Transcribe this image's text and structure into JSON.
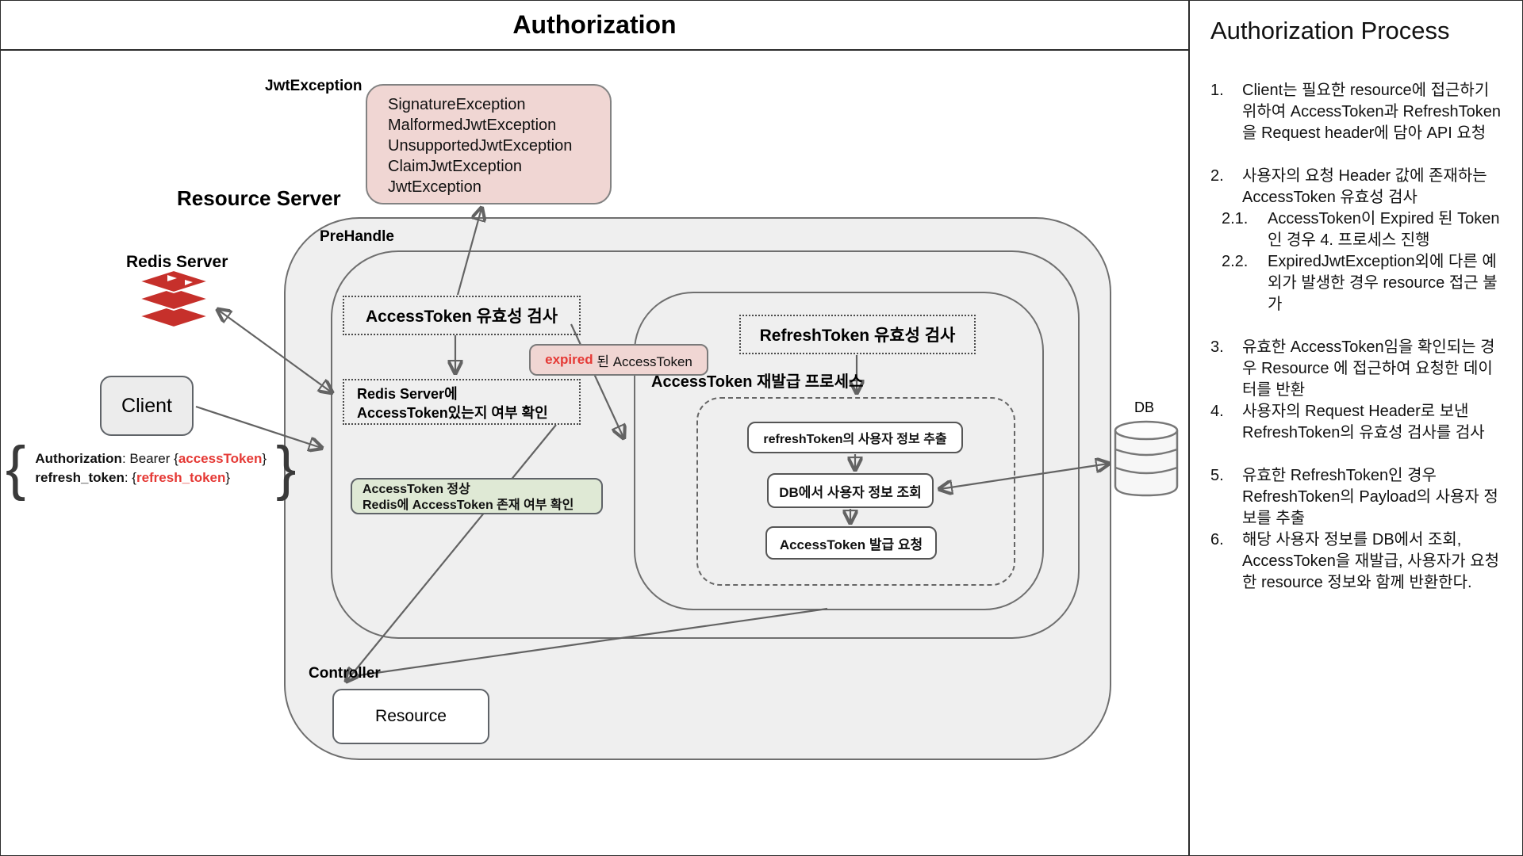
{
  "header": {
    "title": "Authorization"
  },
  "side_panel": {
    "title": "Authorization Process",
    "items": [
      {
        "num": "1.",
        "text": "Client는 필요한 resource에 접근하기 위하여 AccessToken과 RefreshToken을 Request header에 담아 API 요청"
      },
      {
        "num": "2.",
        "text": "사용자의 요청 Header 값에 존재하는 AccessToken 유효성 검사"
      },
      {
        "num": "2.1.",
        "text": "AccessToken이 Expired 된 Token인 경우 4. 프로세스 진행"
      },
      {
        "num": "2.2.",
        "text": "ExpiredJwtException외에 다른 예외가 발생한 경우 resource 접근 불가"
      },
      {
        "num": "3.",
        "text": "유효한 AccessToken임을 확인되는 경우 Resource 에 접근하여 요청한 데이터를 반환"
      },
      {
        "num": "4.",
        "text": "사용자의 Request Header로 보낸 RefreshToken의 유효성 검사를 검사"
      },
      {
        "num": "5.",
        "text": "유효한 RefreshToken인 경우 RefreshToken의 Payload의 사용자 정보를 추출"
      },
      {
        "num": "6.",
        "text": "해당 사용자 정보를 DB에서 조회, AccessToken을 재발급, 사용자가 요청한 resource 정보와 함께 반환한다."
      }
    ]
  },
  "diagram": {
    "resource_server_label": "Resource Server",
    "redis_server_label": "Redis Server",
    "prehandle_label": "PreHandle",
    "controller_label": "Controller",
    "db_label": "DB",
    "jwt_exception_label": "JwtException",
    "jwt_exceptions": [
      "SignatureException",
      "MalformedJwtException",
      "UnsupportedJwtException",
      "ClaimJwtException",
      "JwtException"
    ],
    "client_label": "Client",
    "request_header": {
      "line1_key": "Authorization",
      "line1_mid": ": Bearer {",
      "line1_value": "accessToken",
      "line1_close": "}",
      "line2_key": "refresh_token",
      "line2_mid": ": {",
      "line2_value": "refresh_token",
      "line2_close": "}"
    },
    "access_token_validate": "AccessToken 유효성 검사",
    "redis_check_line1": "Redis Server에",
    "redis_check_line2": "AccessToken있는지 여부 확인",
    "expired_highlight": "expired",
    "expired_rest": " 된 AccessToken",
    "green_line1": "AccessToken 정상",
    "green_line2": "Redis에 AccessToken 존재 여부 확인",
    "refresh_token_validate": "RefreshToken 유효성 검사",
    "reissue_label": "AccessToken 재발급 프로세스",
    "proc_steps": [
      "refreshToken의 사용자 정보 추출",
      "DB에서 사용자 정보 조회",
      "AccessToken 발급 요청"
    ],
    "resource_label": "Resource"
  },
  "colors": {
    "pink": "#f0d6d3",
    "green": "#dfe9d5",
    "container_gray": "#efefef",
    "line_gray": "#666666",
    "accent_red": "#e53935",
    "redis_red": "#c6302b"
  }
}
